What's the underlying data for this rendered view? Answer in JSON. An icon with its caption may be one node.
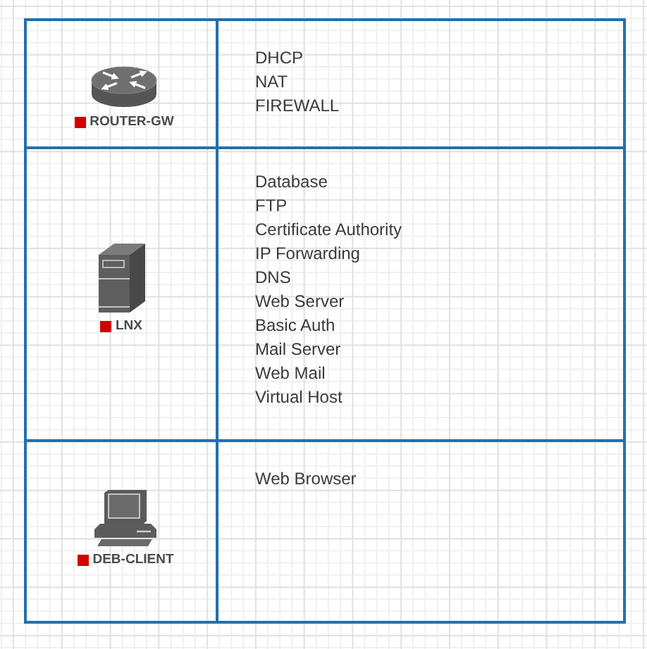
{
  "diagram": {
    "nodes": [
      {
        "text": [
          "ROUTER-GW"
        ]
      },
      {
        "text": [
          "DHCP",
          "NAT",
          "FIREWALL"
        ]
      },
      {
        "text": [
          "LNX"
        ]
      },
      {
        "text": [
          "Database",
          "FTP",
          "Certificate Authority",
          "IP Forwarding",
          "DNS",
          "Web Server",
          "Basic Auth",
          "Mail Server",
          "Web Mail",
          "Virtual Host"
        ]
      },
      {
        "text": [
          "DEB-CLIENT"
        ]
      },
      {
        "text": [
          "Web Browser"
        ]
      }
    ]
  }
}
